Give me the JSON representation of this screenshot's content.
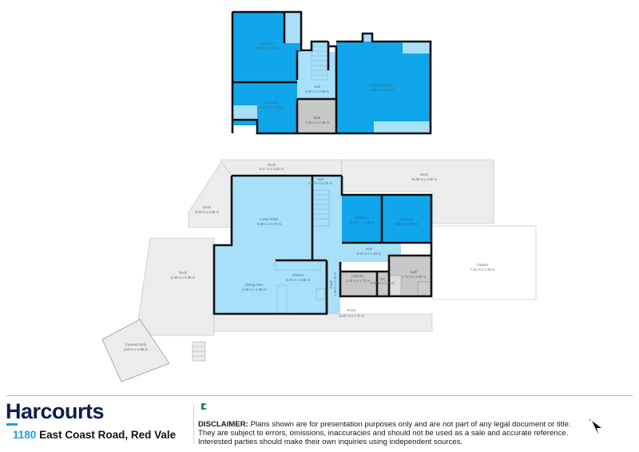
{
  "brand": {
    "name": "Harcourts",
    "accent_color": "#1a9fe0",
    "brand_color": "#0b1e4d",
    "mark_color": "#1a8a6a"
  },
  "property": {
    "number": "1180",
    "street": "East Coast Road, Red Vale"
  },
  "disclaimer": {
    "heading": "DISCLAIMER:",
    "line1": "Plans shown are for presentation purposes only and are not part of any legal document or title.",
    "line2": "They are subject to errors, omissions, inaccuracies and should not be used as a sale and accurate reference.",
    "line3": "Interested parties should make their own inquiries using independent sources."
  },
  "compass": {
    "icon": "north-arrow-icon",
    "label": "N"
  },
  "colors": {
    "bedroom": "#10a6ec",
    "living": "#a8e0fa",
    "wet": "#c8c8c8",
    "outdoor": "#ececec",
    "wall": "#111111"
  },
  "upper_floor": {
    "rooms": [
      {
        "name": "Bedroom",
        "size": "3.55 m x 3.40 m"
      },
      {
        "name": "Bedroom",
        "size": "3.40 m x 2.98 m"
      },
      {
        "name": "Hall",
        "size": "2.50 m x 3.09 m"
      },
      {
        "name": "Bath",
        "size": "2.50 m x 2.36 m"
      },
      {
        "name": "Master Bedroom",
        "size": "5.84 m x 5.91 m"
      }
    ]
  },
  "ground_floor": {
    "rooms": [
      {
        "name": "Deck",
        "size": "8.17 m x 0.81 m"
      },
      {
        "name": "Hall",
        "size": "2.02 m x 4.75 m"
      },
      {
        "name": "Deck",
        "size": "15.08 m x 4.40 m"
      },
      {
        "name": "Deck",
        "size": "3.05 m x 3.59 m"
      },
      {
        "name": "Living Room",
        "size": "6.80 m x 5.75 m"
      },
      {
        "name": "Bedroom",
        "size": "2.70 m x 3.30 m"
      },
      {
        "name": "Bedroom",
        "size": "3.00 m x 3.30 m"
      },
      {
        "name": "Hall",
        "size": "5.01 m x 1.84 m"
      },
      {
        "name": "Carport",
        "size": "7.01 m x 4.78 m"
      },
      {
        "name": "Deck",
        "size": "5.49 m x 8.66 m"
      },
      {
        "name": "Kitchen",
        "size": "3.74 m x 3.60 m"
      },
      {
        "name": "Foyer",
        "size": "1.20 m x 2.42 m"
      },
      {
        "name": "Laundry",
        "size": "2.40 m x 1.70 m"
      },
      {
        "name": "WC",
        "size": "0.94 m x 1.70 m"
      },
      {
        "name": "Bath",
        "size": "2.71 m x 2.09 m"
      },
      {
        "name": "Dining Area",
        "size": "4.18 m x 3.68 m"
      },
      {
        "name": "Porch",
        "size": "14.87 m x 2.75 m"
      },
      {
        "name": "Covered Deck",
        "size": "3.63 m x 2.96 m"
      }
    ]
  }
}
